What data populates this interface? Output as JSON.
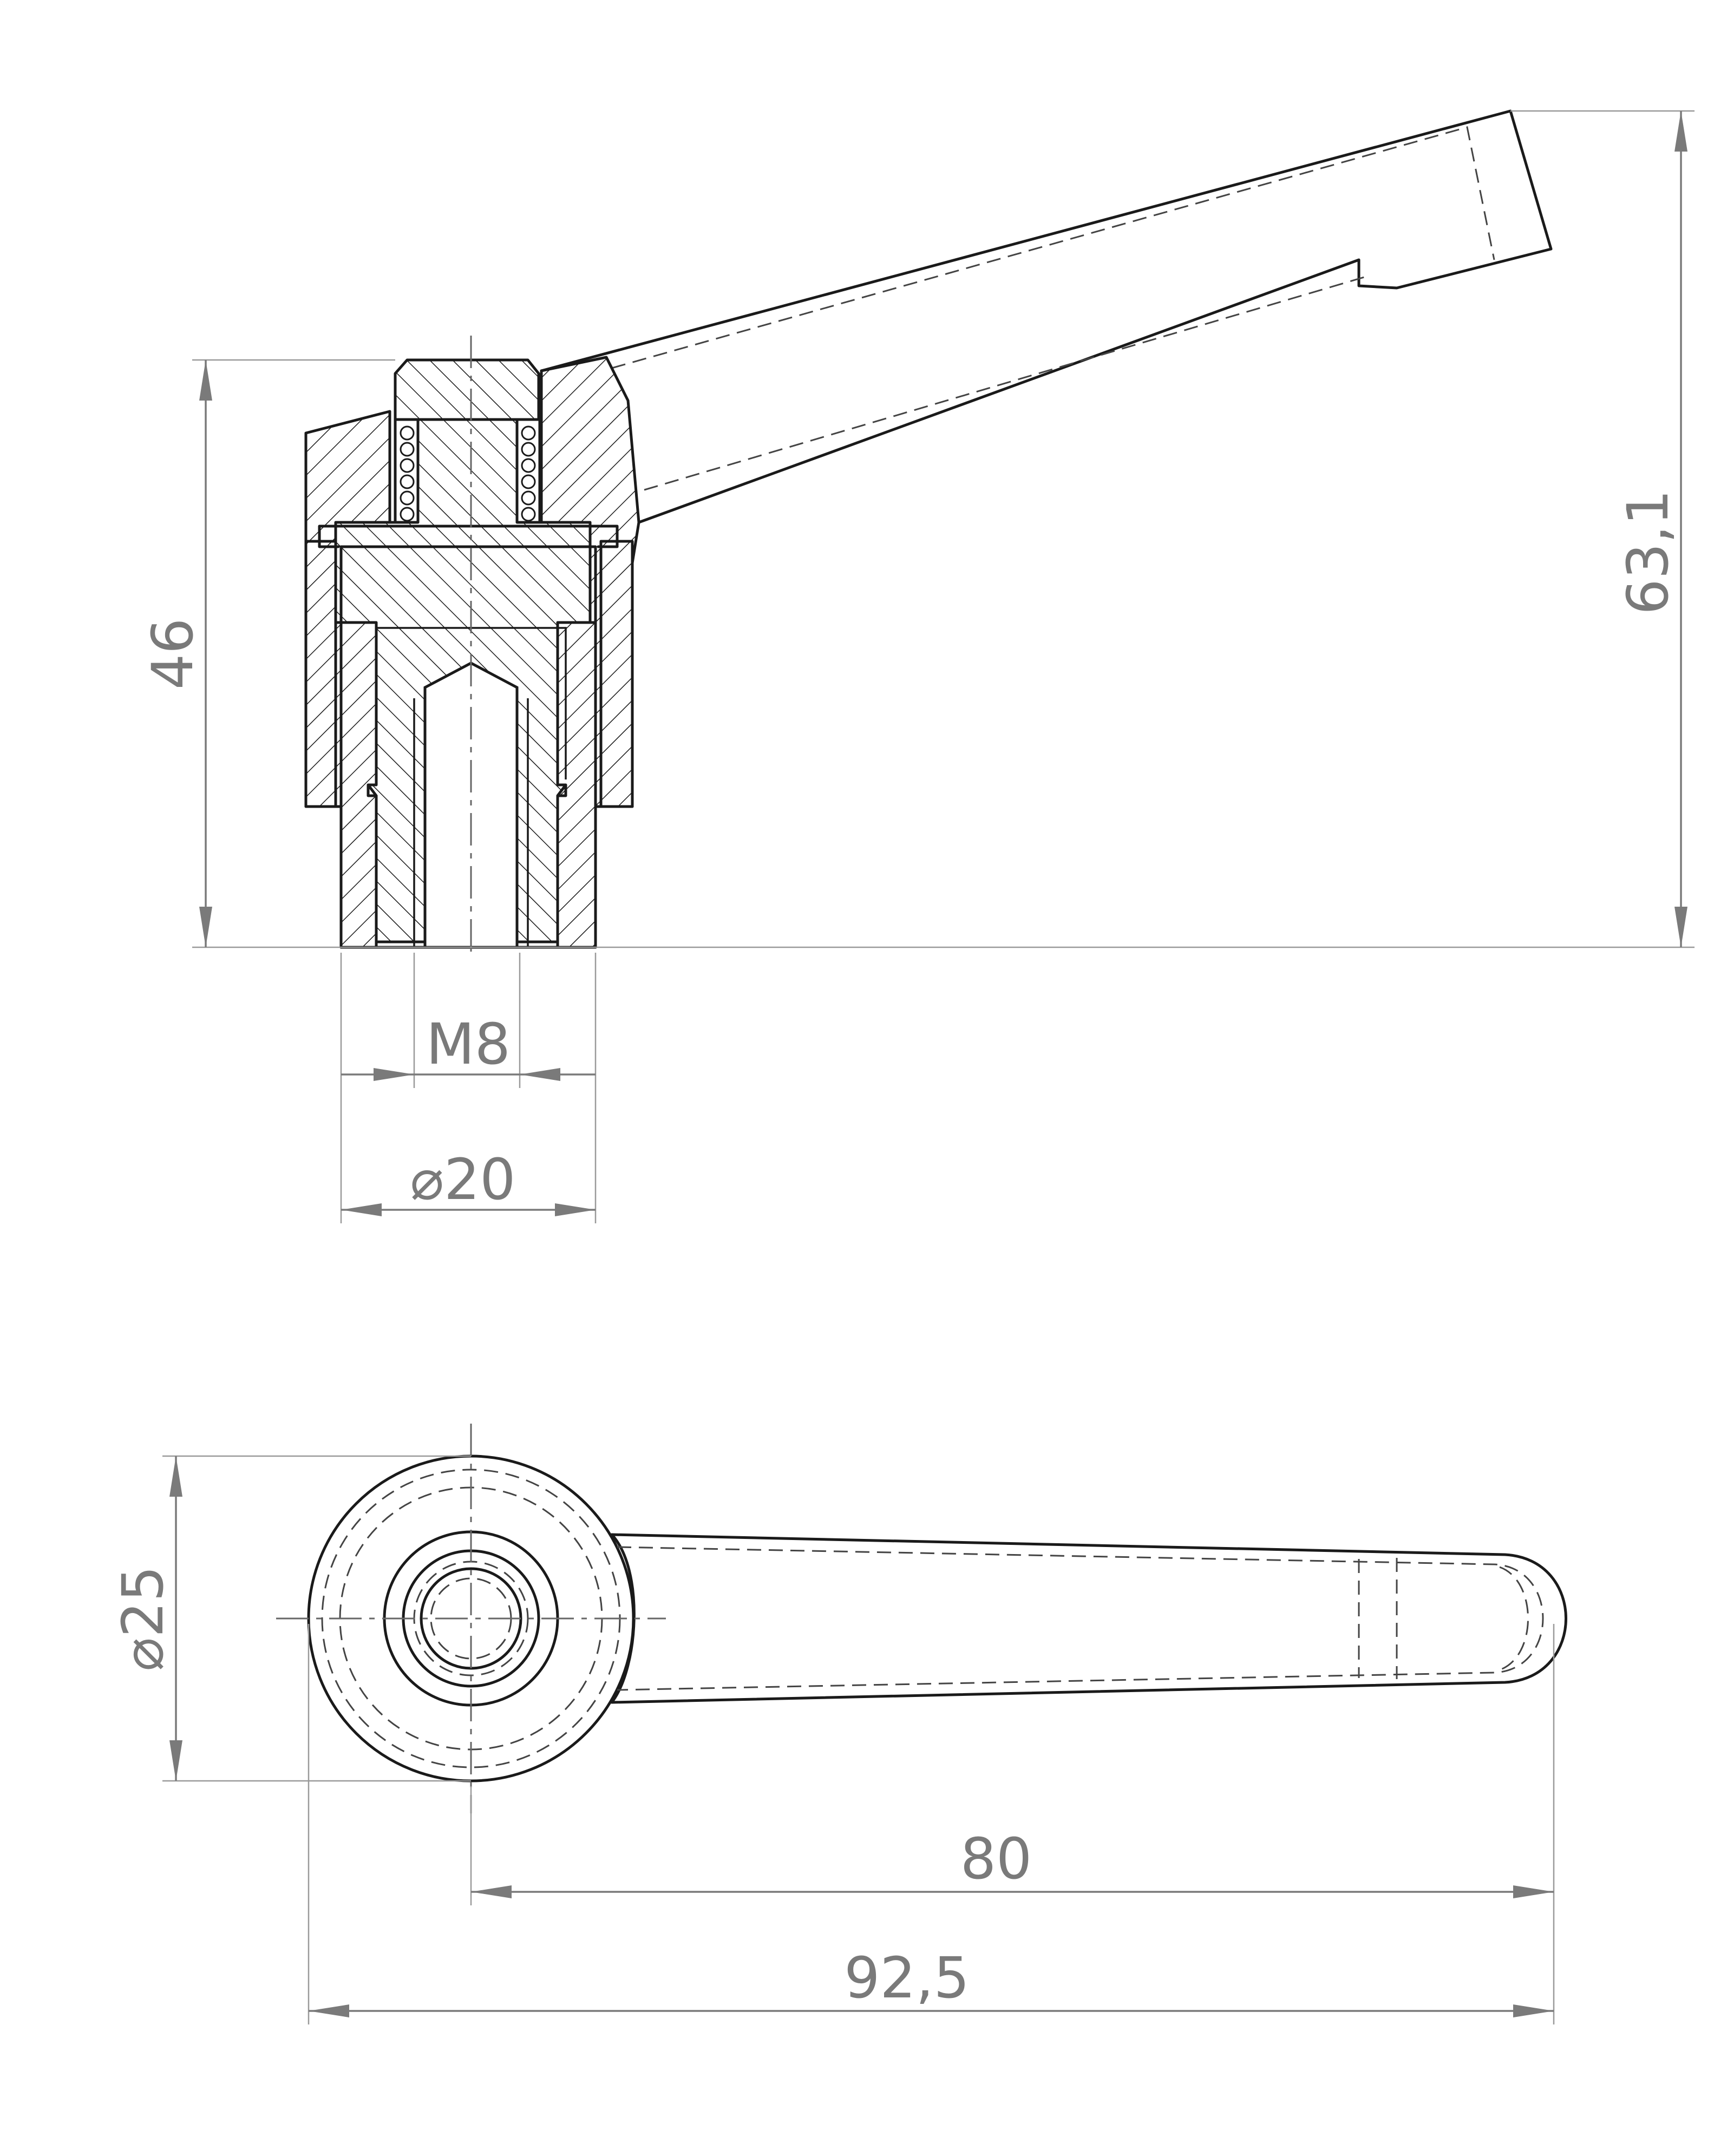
{
  "drawing": {
    "dimensions": {
      "height_body": "46",
      "height_total": "63,1",
      "thread": "M8",
      "diameter_bushing": "⌀20",
      "diameter_hub": "⌀25",
      "length_center": "80",
      "length_total": "92,5"
    }
  }
}
